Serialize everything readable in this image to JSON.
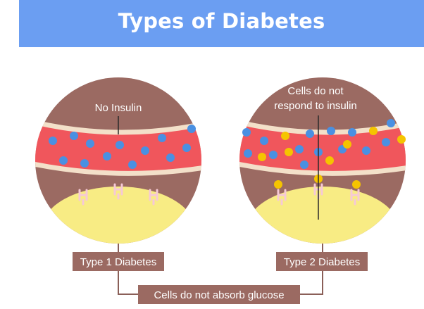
{
  "title": "Types of Diabetes",
  "left_panel": {
    "callout": "No Insulin",
    "label": "Type 1 Diabetes"
  },
  "right_panel": {
    "callout_line1": "Cells do not",
    "callout_line2": "respond to insulin",
    "label": "Type 2 Diabetes"
  },
  "bottom_label": "Cells do not absorb glucose",
  "colors": {
    "banner": "#6b9ef2",
    "tissue": "#9b6a62",
    "vessel": "#f0565c",
    "vessel_wall": "#f3e0c9",
    "glucose": "#4a90e2",
    "insulin": "#f5c400",
    "cell": "#f8ec84",
    "receptor": "#f6c9d6",
    "label_box": "#9b6a62"
  },
  "icons": {
    "glucose": "blue-dot",
    "insulin": "yellow-dot",
    "receptor": "y-shaped-receptor"
  }
}
